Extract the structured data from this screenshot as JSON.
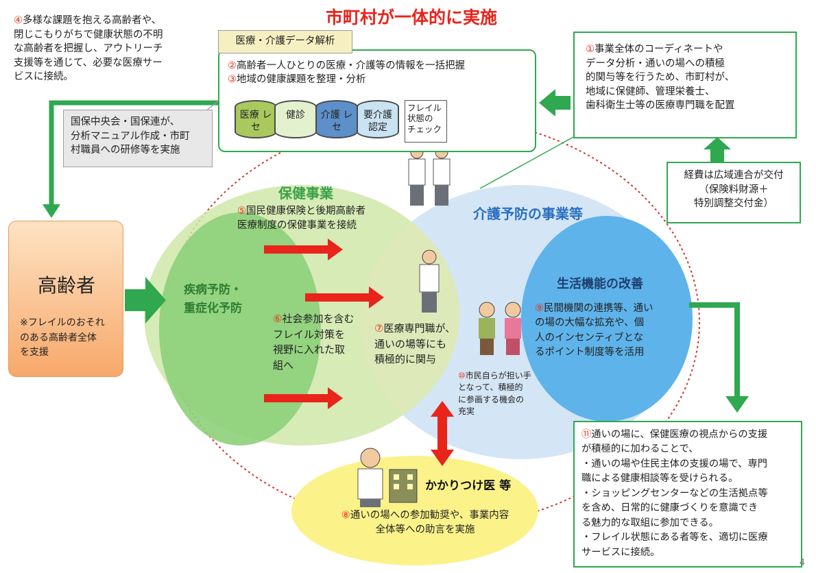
{
  "title": "市町村が一体的に実施",
  "note4": "④多様な課題を抱える高齢者や、\n閉じこもりがちで健康状態の不明\nな高齢者を把握し、アウトリーチ\n支援等を通じて、必要な医療サー\nビスに接続。",
  "data_analysis": {
    "tab_label": "医療・介護データ解析",
    "line2": "②高齢者一人ひとりの医療・介護等の情報を一括把握",
    "line3": "③地域の健康課題を整理・分析",
    "cylinders": [
      "医療\nレセ",
      "健診",
      "介護\nレセ",
      "要介護\n認定"
    ],
    "frail_doc": "フレイル\n状態の\nチェック"
  },
  "kokuho_note": "国保中央会・国保連が、\n分析マニュアル作成・市町\n村職員への研修等を実施",
  "note1": "①事業全体のコーディネートや\nデータ分析・通いの場への積極\n的関与等を行うため、市町村が、\n地域に保健師、管理栄養士、\n歯科衛生士等の医療専門職を配置",
  "funding": "経費は広域連合が交付\n（保険料財源＋\n特別調整交付金）",
  "elderly": {
    "title": "高齢者",
    "note": "※フレイルのおそれ\nのある高齢者全体\nを支援"
  },
  "hoken": {
    "title": "保健事業",
    "note5": "⑤国民健康保険と後期高齢者\n医療制度の保健事業を接続"
  },
  "kaigo_title": "介護予防の事業等",
  "disease_prevention": "疾病予防・\n重症化予防",
  "note6": "⑥社会参加を含む\nフレイル対策を\n視野に入れた取\n組へ",
  "note7": "⑦医療専門職が、\n通いの場等にも\n積極的に関与",
  "seikatsu": {
    "title": "生活機能の改善",
    "note9": "⑨民間機関の連携等、通い\nの場の大幅な拡充や、個\n人のインセンティブとな\nるポイント制度等を活用"
  },
  "note10": "⑩市民自らが担い手\nとなって、積極的\nに参画する機会の\n充実",
  "kakaritsuke": {
    "title": "かかりつけ医 等",
    "note8": "⑧通いの場への参加勧奨や、事業内容\n全体等への助言を実施"
  },
  "note11": {
    "head": "⑪通いの場に、保健医療の視点からの支援\nが積極的に加わることで、",
    "items": [
      "・通いの場や住民主体の支援の場で、専門\n職による健康相談等を受けられる。",
      "・ショッピングセンターなどの生活拠点等\nを含め、日常的に健康づくりを意識でき\nる魅力的な取組に参加できる。",
      "・フレイル状態にある者等を、適切に医療\nサービスに接続。"
    ]
  },
  "page_number": "4",
  "colors": {
    "green": "#2fa84f",
    "red": "#e8241b",
    "blue_text": "#2a6fc0",
    "hoken_text": "#3aa14a",
    "disease_text": "#2e7d32"
  }
}
